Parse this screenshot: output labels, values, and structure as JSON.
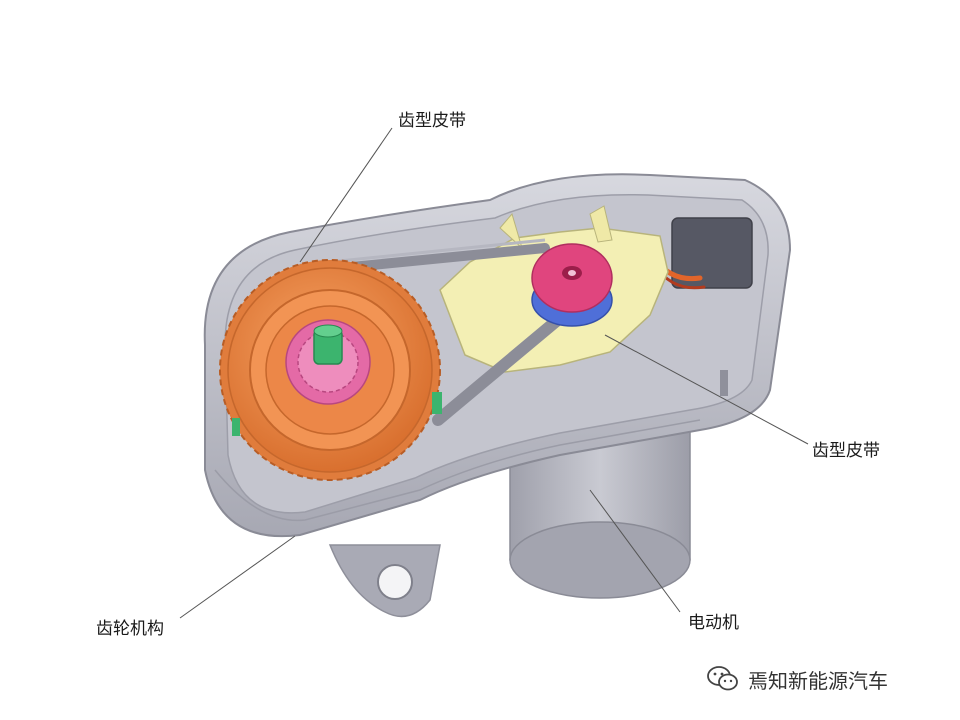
{
  "labels": {
    "belt_top": "齿型皮带",
    "belt_right": "齿型皮带",
    "gear_mechanism": "齿轮机构",
    "motor": "电动机"
  },
  "watermark": {
    "text": "焉知新能源汽车",
    "icon": "wechat-icon"
  },
  "colors": {
    "housing": "#b9bac4",
    "gear_orange": "#f08c4a",
    "hub_pink": "#e46aa6",
    "shaft_green": "#3cb46e",
    "bracket_yellow": "#f3efb4",
    "pulley_pink": "#e0457e",
    "pulley_blue": "#4f6fd8",
    "wire_orange": "#e2652a"
  }
}
